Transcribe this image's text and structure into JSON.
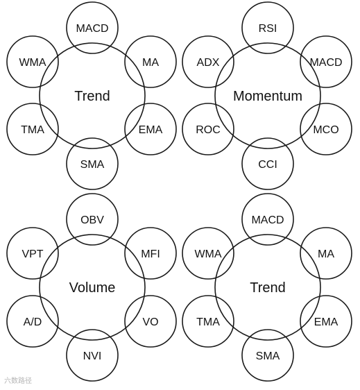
{
  "groups": [
    {
      "center": "Trend",
      "top": "MACD",
      "upper_left": "WMA",
      "upper_right": "MA",
      "lower_left": "TMA",
      "lower_right": "EMA",
      "bottom": "SMA"
    },
    {
      "center": "Momentum",
      "top": "RSI",
      "upper_left": "ADX",
      "upper_right": "MACD",
      "lower_left": "ROC",
      "lower_right": "MCO",
      "bottom": "CCI"
    },
    {
      "center": "Volume",
      "top": "OBV",
      "upper_left": "VPT",
      "upper_right": "MFI",
      "lower_left": "A/D",
      "lower_right": "VO",
      "bottom": "NVI"
    },
    {
      "center": "Trend",
      "top": "MACD",
      "upper_left": "WMA",
      "upper_right": "MA",
      "lower_left": "TMA",
      "lower_right": "EMA",
      "bottom": "SMA"
    }
  ],
  "watermark": "六数路径"
}
